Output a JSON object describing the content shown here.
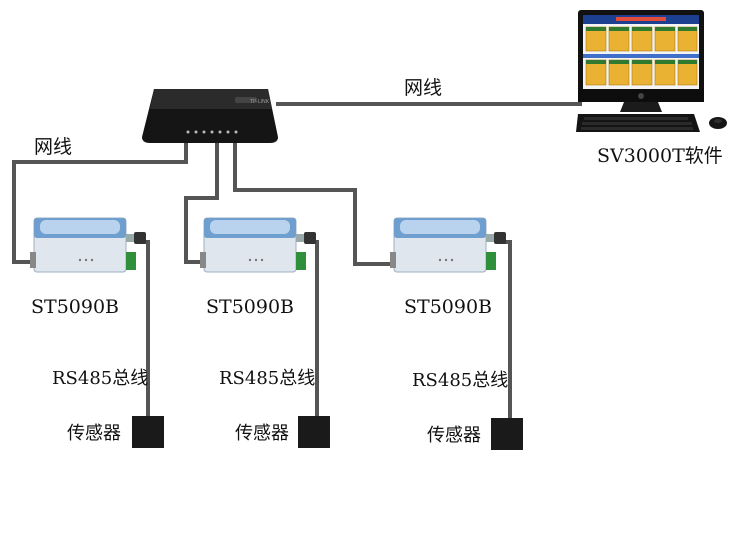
{
  "labels": {
    "lan_cable_top": "网线",
    "lan_cable_left": "网线",
    "software": "SV3000T软件"
  },
  "devices": [
    {
      "model": "ST5090B",
      "bus_label": "RS485总线",
      "sensor_label": "传感器"
    },
    {
      "model": "ST5090B",
      "bus_label": "RS485总线",
      "sensor_label": "传感器"
    },
    {
      "model": "ST5090B",
      "bus_label": "RS485总线",
      "sensor_label": "传感器"
    }
  ],
  "router": {
    "brand": "TP-LINK"
  },
  "screen": {
    "title": "SV3000T"
  },
  "colors": {
    "wire": "#555555",
    "router_body": "#151515",
    "device_body": "#dfe6ee",
    "device_panel": "#6f9fcf",
    "sensor": "#1a1a1a",
    "screen_header": "#1d3f8f",
    "tile": "#e9b233",
    "tile_header": "#2f7a2f"
  }
}
